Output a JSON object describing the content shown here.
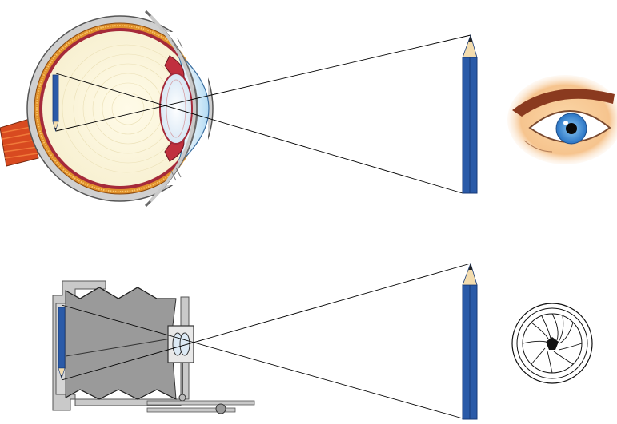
{
  "figure": {
    "panels": [
      {
        "id": "eye",
        "parts": [
          "eyeball-cross-section",
          "inverted-pencil-image",
          "lens",
          "cornea",
          "optic-nerve",
          "pencil-object",
          "eye-external-view"
        ]
      },
      {
        "id": "camera",
        "parts": [
          "bellows-camera",
          "inverted-pencil-image",
          "camera-lens",
          "tripod-rail",
          "pencil-object",
          "aperture-diaphragm"
        ]
      }
    ],
    "colors": {
      "pencil_blue": "#2a5aa8",
      "pencil_dark": "#173a78",
      "pencil_wood": "#f3dcae",
      "sclera": "#c9c9c9",
      "choroid": "#e0902a",
      "retina": "#a52a3a",
      "vitreous": "#fbf5d8",
      "iris_muscle": "#c0303e",
      "cornea": "#bfe0f5",
      "optic_nerve": "#d84a20",
      "camera_gray": "#9a9a9a",
      "skin": "#f6c48e",
      "brow": "#8a3a1f",
      "iris_blue": "#3a8fd8"
    },
    "rays": {
      "stroke": "#000000"
    }
  }
}
